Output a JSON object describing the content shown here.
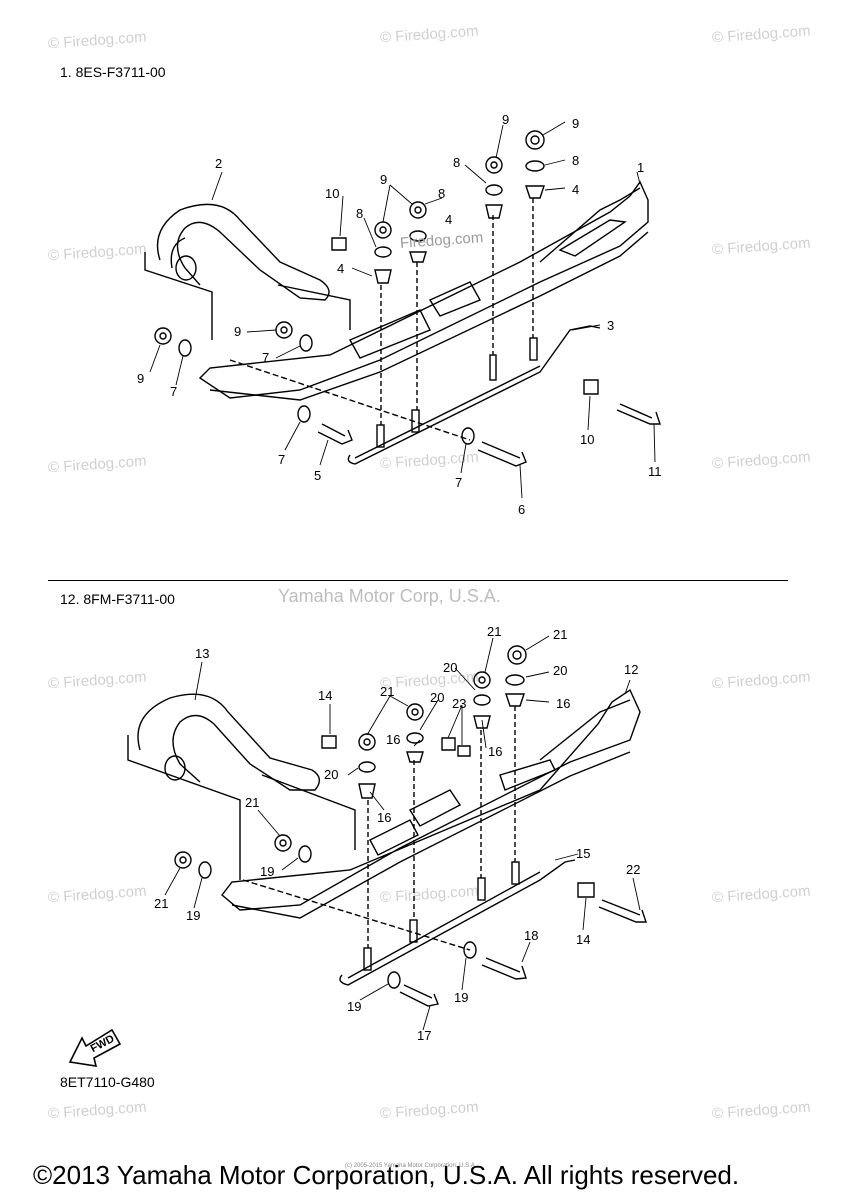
{
  "section1": {
    "assembly_label": "1. 8ES-F3711-00",
    "callouts": [
      "1",
      "2",
      "3",
      "4",
      "4",
      "4",
      "5",
      "6",
      "7",
      "7",
      "7",
      "7",
      "8",
      "8",
      "8",
      "8",
      "9",
      "9",
      "9",
      "9",
      "9",
      "10",
      "10",
      "11"
    ]
  },
  "section2": {
    "assembly_label": "12. 8FM-F3711-00",
    "callouts": [
      "12",
      "13",
      "14",
      "14",
      "15",
      "16",
      "16",
      "16",
      "16",
      "17",
      "18",
      "19",
      "19",
      "19",
      "19",
      "20",
      "20",
      "20",
      "20",
      "21",
      "21",
      "21",
      "21",
      "21",
      "22",
      "23"
    ]
  },
  "watermark": {
    "firedog": "© Firedog.com",
    "yamaha": "Yamaha Motor Corp, U.S.A.",
    "firedog_center": "Firedog.com"
  },
  "fwd_label": "FWD",
  "diagram_code": "8ET7110-G480",
  "tiny_copyright": "(c) 2005-2015 Yamaha Motor Corporation, U.S.A.",
  "copyright": "©2013 Yamaha Motor Corporation, U.S.A. All rights reserved."
}
